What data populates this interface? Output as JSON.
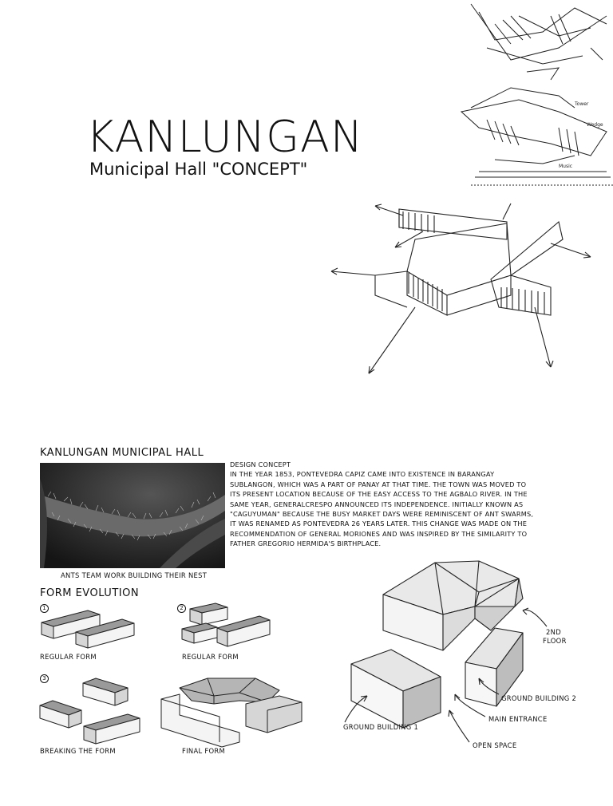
{
  "header": {
    "title": "KANLUNGAN",
    "subtitle": "Municipal Hall \"CONCEPT\""
  },
  "sketch_annotations": [
    "Tower",
    "Wedge",
    "Music"
  ],
  "concept_section": {
    "heading": "KANLUNGAN MUNICIPAL HALL",
    "photo_caption": "ANTS TEAM WORK BUILDING THEIR NEST",
    "text_heading": "DESIGN CONCEPT",
    "text_lines": [
      "IN THE YEAR 1853, PONTEVEDRA CAPIZ CAME INTO EXISTENCE IN BARANGAY",
      "SUBLANGON, WHICH WAS A PART OF PANAY AT THAT TIME. THE TOWN WAS MOVED TO",
      "ITS PRESENT LOCATION BECAUSE OF THE EASY ACCESS TO THE AGBALO RIVER. IN THE",
      "SAME YEAR, GENERALCRESPO ANNOUNCED ITS INDEPENDENCE. INITIALLY KNOWN AS",
      "\"CAGUYUMAN\" BECAUSE THE BUSY MARKET DAYS WERE REMINISCENT OF ANT SWARMS,",
      "IT WAS RENAMED AS PONTEVEDRA 26 YEARS LATER. THIS CHANGE WAS MADE ON THE",
      "RECOMMENDATION OF GENERAL MORIONES AND WAS INSPIRED BY THE SIMILARITY TO",
      "FATHER GREGORIO HERMIDA'S BIRTHPLACE."
    ]
  },
  "form_evolution": {
    "heading": "FORM EVOLUTION",
    "steps": [
      {
        "number": "1",
        "label": "REGULAR FORM"
      },
      {
        "number": "2",
        "label": "REGULAR FORM"
      },
      {
        "number": "3",
        "label": "BREAKING THE FORM"
      },
      {
        "number": "",
        "label": "FINAL FORM"
      }
    ]
  },
  "exploded_diagram": {
    "labels": {
      "second_floor_line1": "2ND",
      "second_floor_line2": "FLOOR",
      "ground_building_2": "GROUND BUILDING 2",
      "main_entrance": "MAIN ENTRANCE",
      "ground_building_1": "GROUND BUILDING 1",
      "open_space": "OPEN SPACE"
    }
  },
  "colors": {
    "ink": "#111111",
    "face_light": "#f4f4f4",
    "face_mid": "#d6d6d6",
    "face_dark": "#9a9a9a",
    "photo_bg": "#2a2a2a"
  }
}
